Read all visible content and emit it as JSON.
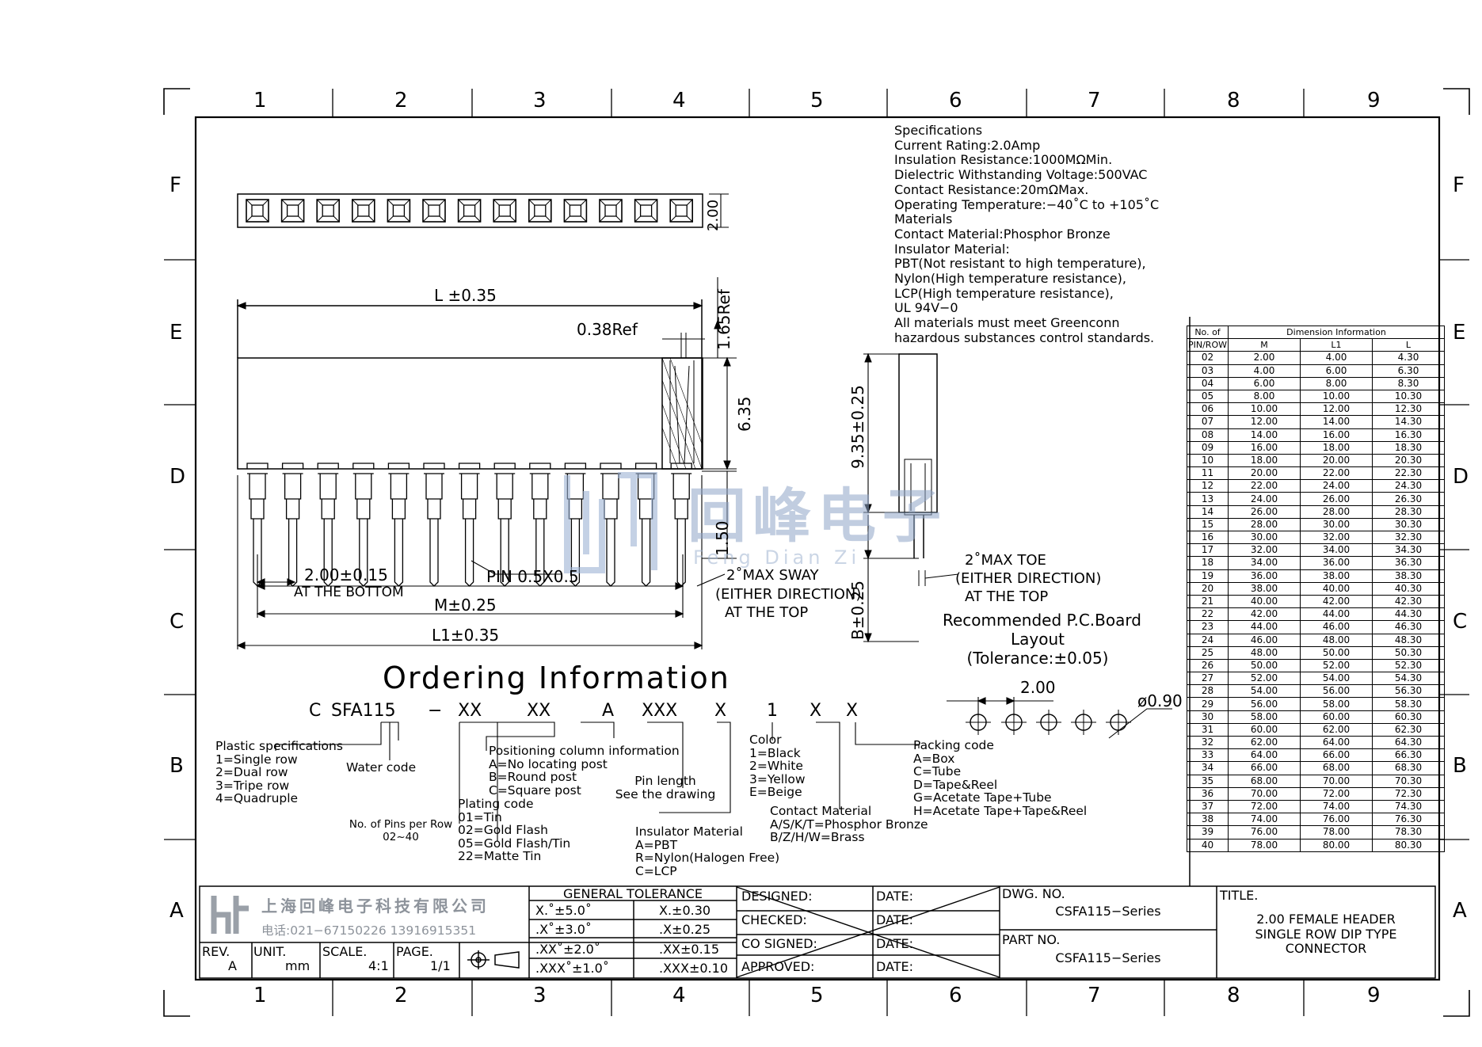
{
  "zones": {
    "columns": [
      "1",
      "2",
      "3",
      "4",
      "5",
      "6",
      "7",
      "8",
      "9"
    ],
    "rows": [
      "F",
      "E",
      "D",
      "C",
      "B",
      "A"
    ]
  },
  "specifications": {
    "lines": [
      "Specifications",
      "Current  Rating:2.0Amp",
      "Insulation  Resistance:1000MΩMin.",
      "Dielectric  Withstanding  Voltage:500VAC",
      "Contact  Resistance:20mΩMax.",
      "Operating  Temperature:−40˚C  to  +105˚C",
      "Materials",
      "Contact  Material:Phosphor  Bronze",
      "Insulator  Material:",
      "PBT(Not  resistant  to  high  temperature),",
      "Nylon(High  temperature  resistance),",
      "LCP(High  temperature  resistance),",
      "UL  94V−0",
      "All  materials  must  meet  Greenconn",
      "hazardous  substances  control  standards."
    ]
  },
  "dimensions": {
    "top_height": "2.00",
    "L": "L  ±0.35",
    "ref038": "0.38Ref",
    "ref165": "1.65Ref",
    "h635": "6.35",
    "pitch": "2.00±0.15",
    "pitch_note": "AT THE BOTTOM",
    "pin": "PIN  0.5X0.5",
    "M": "M±0.25",
    "L1": "L1±0.35",
    "h150": "1.50",
    "sway1": "2˚MAX  SWAY",
    "sway2": "(EITHER DIRECTION)",
    "sway3": "AT  THE  TOP",
    "h935": "9.35±0.25",
    "B": "B±0.25",
    "toe1": "2˚MAX  TOE",
    "toe2": "(EITHER  DIRECTION)",
    "toe3": "AT  THE  TOP",
    "pcb1": "Recommended  P.C.Board",
    "pcb2": "Layout",
    "pcb3": "(Tolerance:±0.05)",
    "pcb_pitch": "2.00",
    "pcb_hole": "ø0.90"
  },
  "ordering": {
    "title": "Ordering  Information",
    "code_parts": [
      "C",
      "SFA115",
      "−",
      "XX",
      "XX",
      "A",
      "XXX",
      "X",
      "1",
      "X",
      "X"
    ],
    "plastic": [
      "Plastic  specifications",
      "1=Single  row",
      "2=Dual  row",
      "3=Tripe  row",
      "4=Quadruple"
    ],
    "water": "Water  code",
    "pins_per_row": [
      "No.  of  Pins  per  Row",
      "02~40"
    ],
    "plating": [
      "Plating  code",
      "01=Tin",
      "02=Gold  Flash",
      "05=Gold  Flash/Tin",
      "22=Matte  Tin"
    ],
    "positioning": [
      "Positioning  column  information",
      "A=No  locating  post",
      "B=Round  post",
      "C=Square  post"
    ],
    "pin_length": [
      "Pin  length",
      "See  the  drawing"
    ],
    "insulator": [
      "Insulator  Material",
      "A=PBT",
      "R=Nylon(Halogen  Free)",
      "C=LCP"
    ],
    "color": [
      "Color",
      "1=Black",
      "2=White",
      "3=Yellow",
      "E=Beige"
    ],
    "contact": [
      "Contact  Material",
      "A/S/K/T=Phosphor  Bronze",
      "B/Z/H/W=Brass"
    ],
    "packing": [
      "Packing  code",
      "A=Box",
      "C=Tube",
      "D=Tape&Reel",
      "G=Acetate  Tape+Tube",
      "H=Acetate  Tape+Tape&Reel"
    ]
  },
  "dimension_table": {
    "header_top": [
      "No.  of",
      "Dimension  Information"
    ],
    "header_sub": [
      "PIN/ROW",
      "M",
      "L1",
      "L"
    ],
    "rows": [
      [
        "02",
        "2.00",
        "4.00",
        "4.30"
      ],
      [
        "03",
        "4.00",
        "6.00",
        "6.30"
      ],
      [
        "04",
        "6.00",
        "8.00",
        "8.30"
      ],
      [
        "05",
        "8.00",
        "10.00",
        "10.30"
      ],
      [
        "06",
        "10.00",
        "12.00",
        "12.30"
      ],
      [
        "07",
        "12.00",
        "14.00",
        "14.30"
      ],
      [
        "08",
        "14.00",
        "16.00",
        "16.30"
      ],
      [
        "09",
        "16.00",
        "18.00",
        "18.30"
      ],
      [
        "10",
        "18.00",
        "20.00",
        "20.30"
      ],
      [
        "11",
        "20.00",
        "22.00",
        "22.30"
      ],
      [
        "12",
        "22.00",
        "24.00",
        "24.30"
      ],
      [
        "13",
        "24.00",
        "26.00",
        "26.30"
      ],
      [
        "14",
        "26.00",
        "28.00",
        "28.30"
      ],
      [
        "15",
        "28.00",
        "30.00",
        "30.30"
      ],
      [
        "16",
        "30.00",
        "32.00",
        "32.30"
      ],
      [
        "17",
        "32.00",
        "34.00",
        "34.30"
      ],
      [
        "18",
        "34.00",
        "36.00",
        "36.30"
      ],
      [
        "19",
        "36.00",
        "38.00",
        "38.30"
      ],
      [
        "20",
        "38.00",
        "40.00",
        "40.30"
      ],
      [
        "21",
        "40.00",
        "42.00",
        "42.30"
      ],
      [
        "22",
        "42.00",
        "44.00",
        "44.30"
      ],
      [
        "23",
        "44.00",
        "46.00",
        "46.30"
      ],
      [
        "24",
        "46.00",
        "48.00",
        "48.30"
      ],
      [
        "25",
        "48.00",
        "50.00",
        "50.30"
      ],
      [
        "26",
        "50.00",
        "52.00",
        "52.30"
      ],
      [
        "27",
        "52.00",
        "54.00",
        "54.30"
      ],
      [
        "28",
        "54.00",
        "56.00",
        "56.30"
      ],
      [
        "29",
        "56.00",
        "58.00",
        "58.30"
      ],
      [
        "30",
        "58.00",
        "60.00",
        "60.30"
      ],
      [
        "31",
        "60.00",
        "62.00",
        "62.30"
      ],
      [
        "32",
        "62.00",
        "64.00",
        "64.30"
      ],
      [
        "33",
        "64.00",
        "66.00",
        "66.30"
      ],
      [
        "34",
        "66.00",
        "68.00",
        "68.30"
      ],
      [
        "35",
        "68.00",
        "70.00",
        "70.30"
      ],
      [
        "36",
        "70.00",
        "72.00",
        "72.30"
      ],
      [
        "37",
        "72.00",
        "74.00",
        "74.30"
      ],
      [
        "38",
        "74.00",
        "76.00",
        "76.30"
      ],
      [
        "39",
        "76.00",
        "78.00",
        "78.30"
      ],
      [
        "40",
        "78.00",
        "80.00",
        "80.30"
      ]
    ]
  },
  "title_block": {
    "company_cn": "上海回峰电子科技有限公司",
    "phone": "电话:021−67150226  13916915351",
    "rev_label": "REV.",
    "rev": "A",
    "unit_label": "UNIT.",
    "unit": "mm",
    "scale_label": "SCALE.",
    "scale": "4:1",
    "page_label": "PAGE.",
    "page": "1/1",
    "tolerance_title": "GENERAL  TOLERANCE",
    "tolerances": [
      [
        "X.˚±5.0˚",
        "X.±0.30"
      ],
      [
        ".X˚±3.0˚",
        ".X±0.25"
      ],
      [
        ".XX˚±2.0˚",
        ".XX±0.15"
      ],
      [
        ".XXX˚±1.0˚",
        ".XXX±0.10"
      ]
    ],
    "designed": "DESIGNED:",
    "checked": "CHECKED:",
    "co_signed": "CO  SIGNED:",
    "approved": "APPROVED:",
    "date": "DATE:",
    "dwg_label": "DWG.  NO.",
    "dwg_no": "CSFA115−Series",
    "part_label": "PART  NO.",
    "part_no": "CSFA115−Series",
    "title_label": "TITLE.",
    "title_lines": [
      "2.00  FEMALE  HEADER",
      "SINGLE  ROW  DIP  TYPE",
      "CONNECTOR"
    ]
  },
  "watermark": {
    "cn": "回峰电子",
    "en": "Feng Dian Zi"
  }
}
